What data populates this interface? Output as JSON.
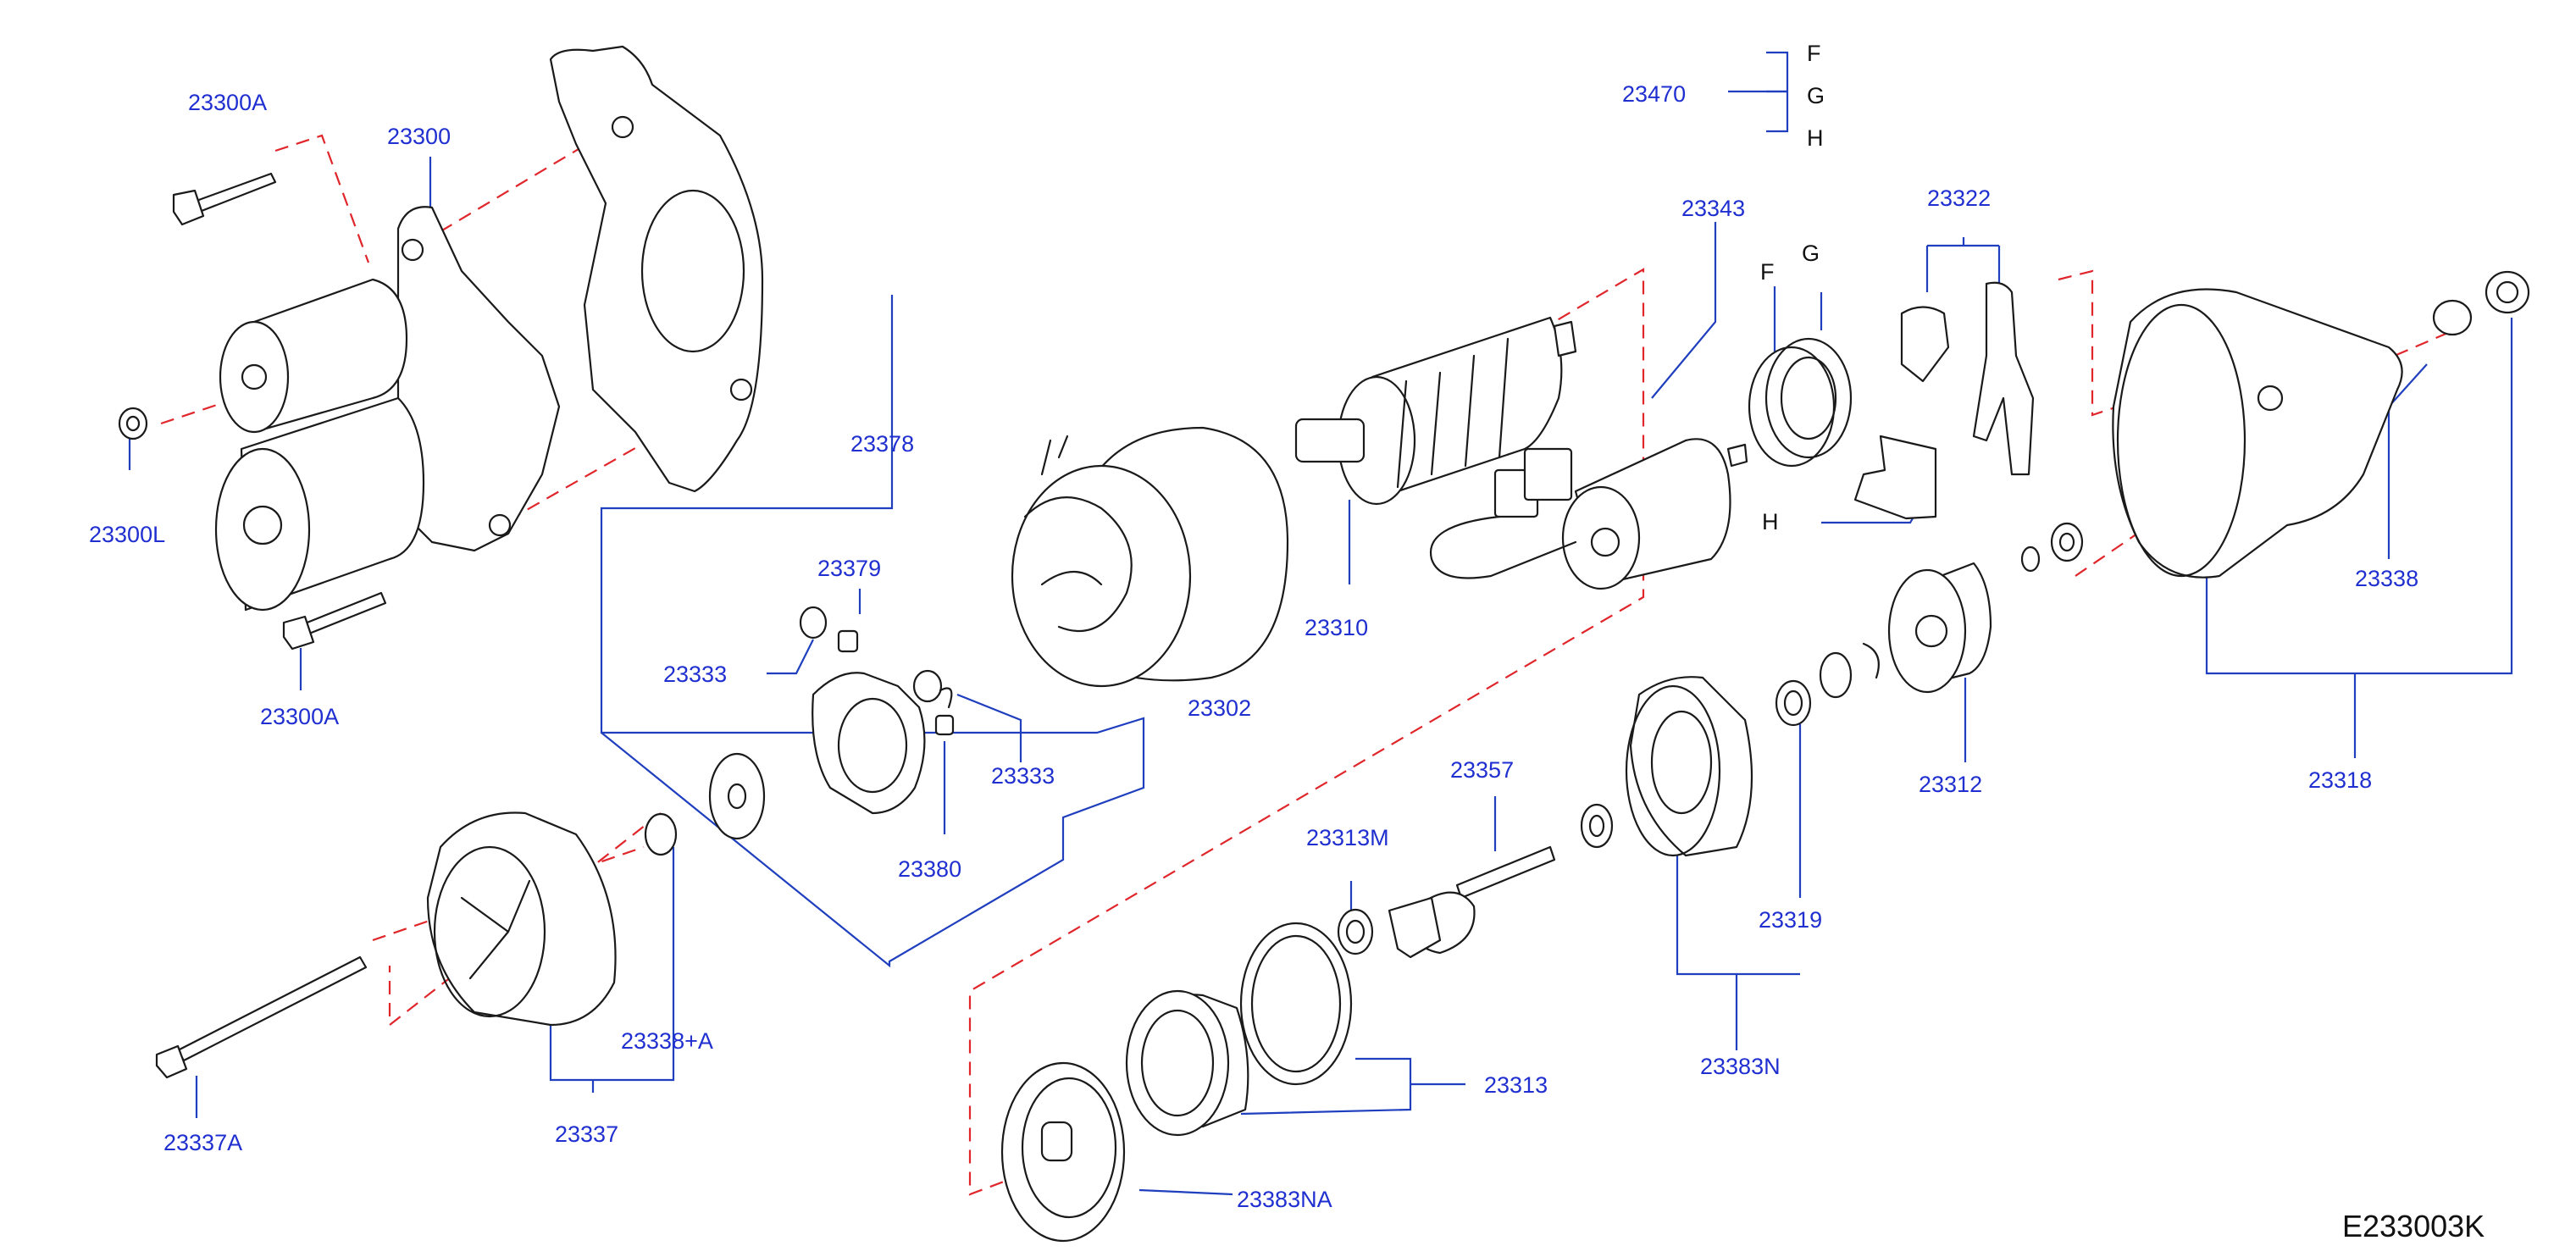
{
  "colors": {
    "label": "#1f2fd0",
    "leader": "#1f3fbf",
    "centerline": "#e0262b",
    "outline": "#1a1a1a"
  },
  "labels": {
    "l23300A_top": "23300A",
    "l23300": "23300",
    "l23300L": "23300L",
    "l23300A_bot": "23300A",
    "l23470": "23470",
    "lF_top": "F",
    "lG_top": "G",
    "lH_top": "H",
    "l23343": "23343",
    "l23322": "23322",
    "lF_mid": "F",
    "lG_mid": "G",
    "lH_mid": "H",
    "l23378": "23378",
    "l23379": "23379",
    "l23333_a": "23333",
    "l23333_b": "23333",
    "l23380": "23380",
    "l23302": "23302",
    "l23310": "23310",
    "l23338": "23338",
    "l23318": "23318",
    "l23312": "23312",
    "l23357": "23357",
    "l23313M": "23313M",
    "l23319": "23319",
    "l23383N": "23383N",
    "l23313": "23313",
    "l23383NA": "23383NA",
    "l23338A": "23338+A",
    "l23337": "23337",
    "l23337A": "23337A"
  },
  "diagram_code": "E233003K"
}
